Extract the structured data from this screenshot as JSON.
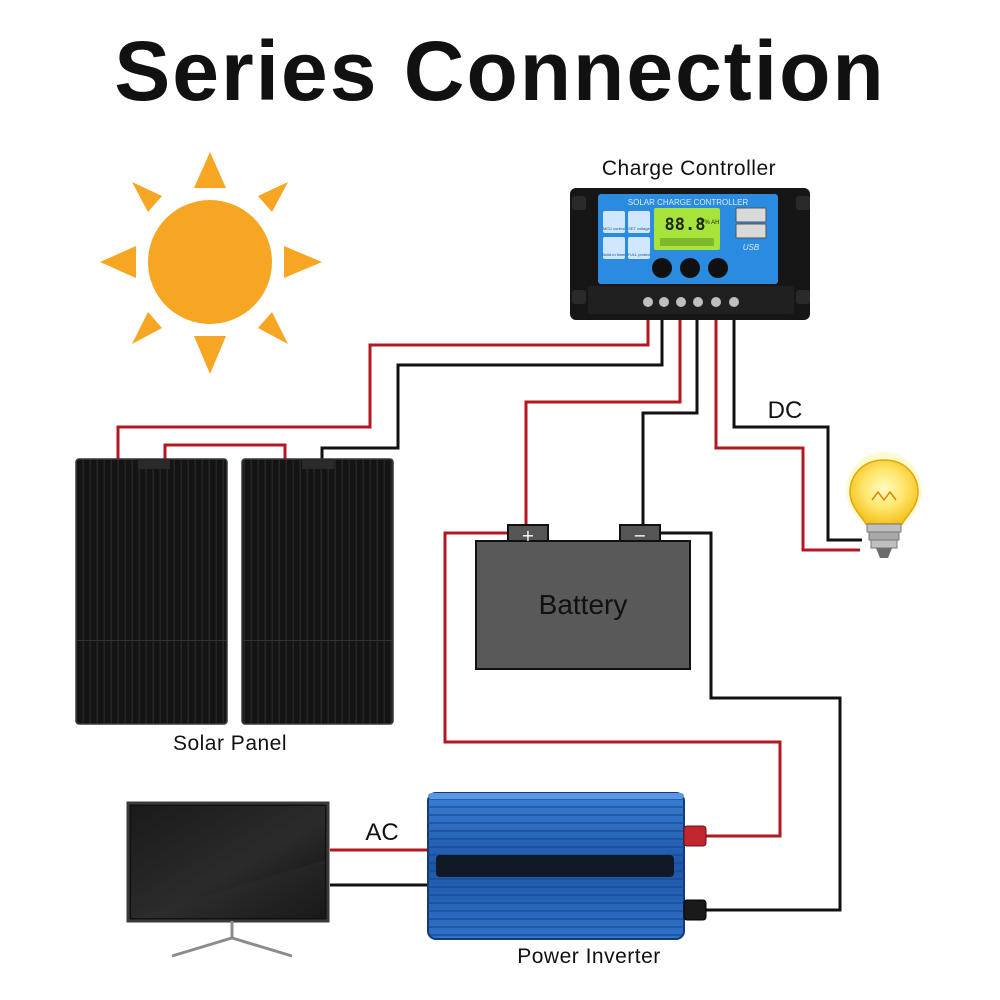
{
  "title": "Series Connection",
  "labels": {
    "charge_controller": "Charge Controller",
    "solar_panel": "Solar Panel",
    "battery": "Battery",
    "power_inverter": "Power Inverter",
    "dc": "DC",
    "ac": "AC"
  },
  "controller": {
    "header": "SOLAR CHARGE CONTROLLER",
    "lcd": "88.8",
    "lcd_units": "V% AH",
    "usb": "USB",
    "left_icons": [
      "MCU control",
      "SET voltage",
      "Build-in timer",
      "FULL protect"
    ]
  },
  "battery_terminals": {
    "positive": "+",
    "negative": "−"
  },
  "colors": {
    "wire_positive": "#b3171f",
    "wire_negative": "#111111",
    "sun": "#f6a623",
    "controller_screen": "#2a8be0",
    "inverter": "#1f5fb8",
    "battery_body": "#595959"
  }
}
